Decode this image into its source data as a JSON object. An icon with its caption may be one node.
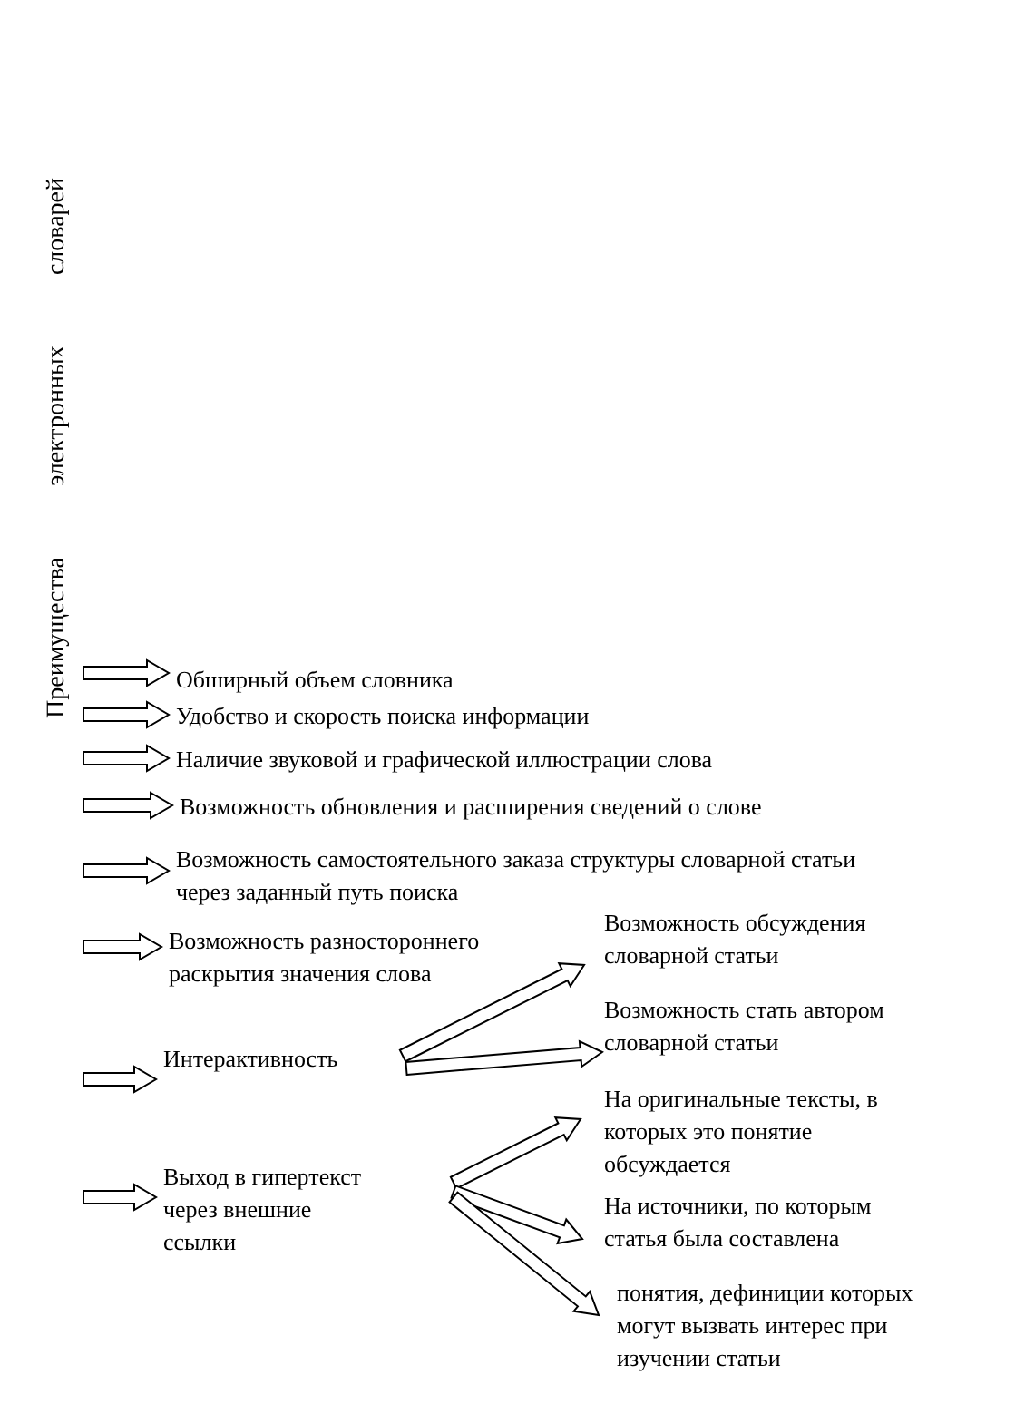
{
  "diagram": {
    "nodes": [
      {
        "text": [
          "Преимущества электронных словарей"
        ]
      },
      {
        "text": [
          "Обширный объем словника"
        ]
      },
      {
        "text": [
          "Удобство и скорость поиска информации"
        ]
      },
      {
        "text": [
          "Наличие звуковой и графической иллюстрации слова"
        ]
      },
      {
        "text": [
          "Возможность обновления и расширения сведений о слове"
        ]
      },
      {
        "text": [
          "Возможность самостоятельного заказа структуры словарной статьи через заданный путь поиска"
        ]
      },
      {
        "text": [
          "Возможность разностороннего раскрытия значения слова"
        ]
      },
      {
        "text": [
          "Интерактивность"
        ]
      },
      {
        "text": [
          "Выход в гипертекст через внешние ссылки"
        ]
      },
      {
        "text": [
          "Возможность обсуждения словарной статьи"
        ]
      },
      {
        "text": [
          "Возможность стать автором словарной статьи"
        ]
      },
      {
        "text": [
          "На оригинальные тексты, в которых это понятие обсуждается"
        ]
      },
      {
        "text": [
          "На источники, по которым статья была составлена"
        ]
      },
      {
        "text": [
          "понятия, дефиниции которых могут вызвать интерес при изучении статьи"
        ]
      }
    ],
    "edges": [
      {
        "from": null,
        "to": 1,
        "arrow": "to"
      },
      {
        "from": null,
        "to": 2,
        "arrow": "to"
      },
      {
        "from": null,
        "to": 3,
        "arrow": "to"
      },
      {
        "from": null,
        "to": 4,
        "arrow": "to"
      },
      {
        "from": null,
        "to": 5,
        "arrow": "to"
      },
      {
        "from": null,
        "to": 6,
        "arrow": "to"
      },
      {
        "from": null,
        "to": 7,
        "arrow": "to"
      },
      {
        "from": null,
        "to": 8,
        "arrow": "to"
      },
      {
        "from": 7,
        "to": 9,
        "arrow": "to"
      },
      {
        "from": 7,
        "to": 10,
        "arrow": "to"
      },
      {
        "from": 8,
        "to": 11,
        "arrow": "to"
      },
      {
        "from": 8,
        "to": 12,
        "arrow": "to"
      },
      {
        "from": 8,
        "to": 13,
        "arrow": "to"
      }
    ]
  }
}
